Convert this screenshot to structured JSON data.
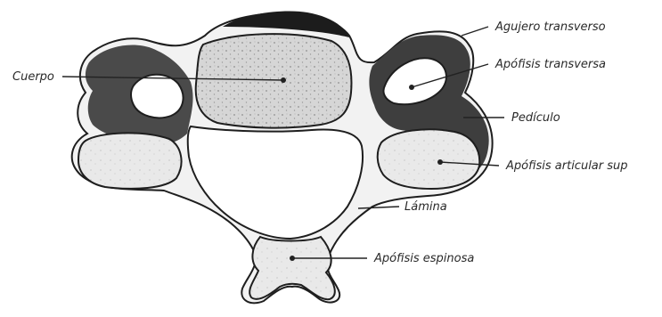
{
  "labels": {
    "cuerpo": "Cuerpo",
    "agujero": "Agujero transverso",
    "apofisis_transversa": "Apófisis transversa",
    "pediculo": "Pedículo",
    "apofisis_articular": "Apófisis articular sup",
    "lamina": "Lámina",
    "apofisis_espinosa": "Apófisis espinosa"
  }
}
